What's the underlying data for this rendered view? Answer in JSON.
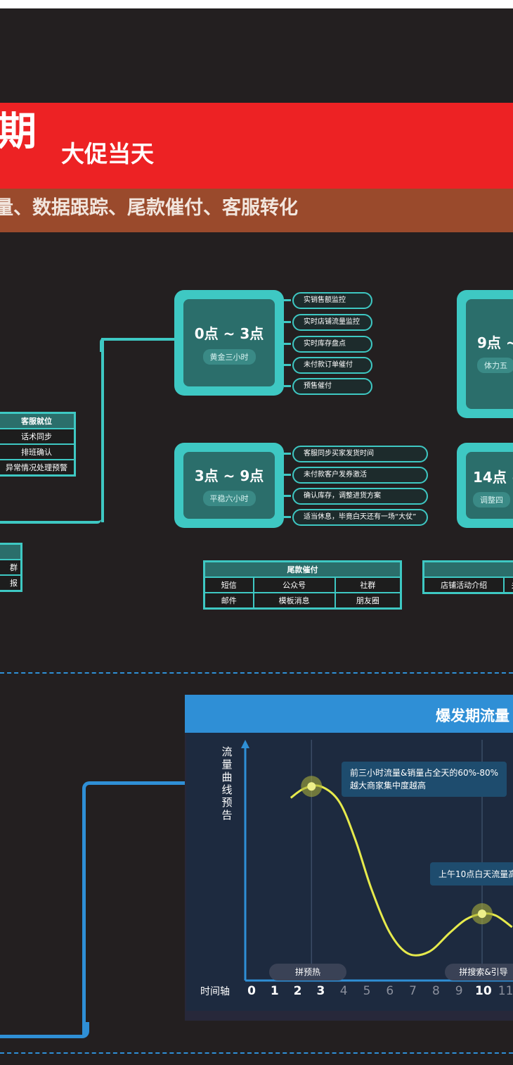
{
  "banner": {
    "title": "期",
    "subtitle": "大促当天",
    "tasks": "量、数据跟踪、尾款催付、客服转化"
  },
  "time_slots": [
    {
      "time": "0点 ~ 3点",
      "period": "黄金三小时",
      "tasks": [
        "实销售额监控",
        "实时店铺流量监控",
        "实时库存盘点",
        "未付款订单催付",
        "预售催付"
      ]
    },
    {
      "time": "3点 ~ 9点",
      "period": "平稳六小时",
      "tasks": [
        "客服同步买家发货时间",
        "未付款客户发券激活",
        "确认库存，调整进货方案",
        "适当休息，毕竟白天还有一场“大仗”"
      ]
    },
    {
      "time": "9点 ~",
      "period": "体力五"
    },
    {
      "time": "14点 ~",
      "period": "调整四"
    }
  ],
  "service_table": {
    "header": "客服就位",
    "rows": [
      "话术同步",
      "排班确认",
      "异常情况处理预警"
    ]
  },
  "partial_table": {
    "rows": [
      "",
      "群",
      "报"
    ]
  },
  "balance_table": {
    "header": "尾款催付",
    "rows": [
      [
        "短信",
        "公众号",
        "社群"
      ],
      [
        "邮件",
        "模板消息",
        "朋友圈"
      ]
    ]
  },
  "promo_table": {
    "cells": [
      "店铺活动介绍",
      "关"
    ]
  },
  "flow_panel": {
    "title": "爆发期流量",
    "y_label": "流量曲线预告",
    "x_label": "时间轴",
    "tip1_line1": "前三小时流量&销量占全天的60%-80%",
    "tip1_line2": "越大商家集中度越高",
    "tip2": "上午10点白天流量高",
    "stage1": "拼预热",
    "stage2": "拼搜索&引导"
  },
  "chart_data": {
    "type": "line",
    "title": "爆发期流量",
    "ylabel": "流量曲线预告",
    "xlabel": "时间轴",
    "x_ticks": [
      "0",
      "1",
      "2",
      "3",
      "4",
      "5",
      "6",
      "7",
      "8",
      "9",
      "10",
      "11"
    ],
    "bold_ticks": [
      "0",
      "1",
      "2",
      "3",
      "10"
    ],
    "x": [
      1.7,
      2.3,
      3.0,
      3.8,
      4.5,
      5.2,
      6.0,
      6.8,
      7.7,
      8.6,
      9.3,
      10.0,
      10.6,
      11.3
    ],
    "y": [
      0.88,
      0.93,
      0.94,
      0.86,
      0.66,
      0.4,
      0.17,
      0.06,
      0.07,
      0.17,
      0.24,
      0.27,
      0.26,
      0.2
    ],
    "highlight_points": [
      [
        2.6,
        0.94
      ],
      [
        10.0,
        0.27
      ]
    ],
    "colors": {
      "curve": "#e6ea4c",
      "axis": "#2f8fd6",
      "marker": "#a9ad3b"
    }
  }
}
